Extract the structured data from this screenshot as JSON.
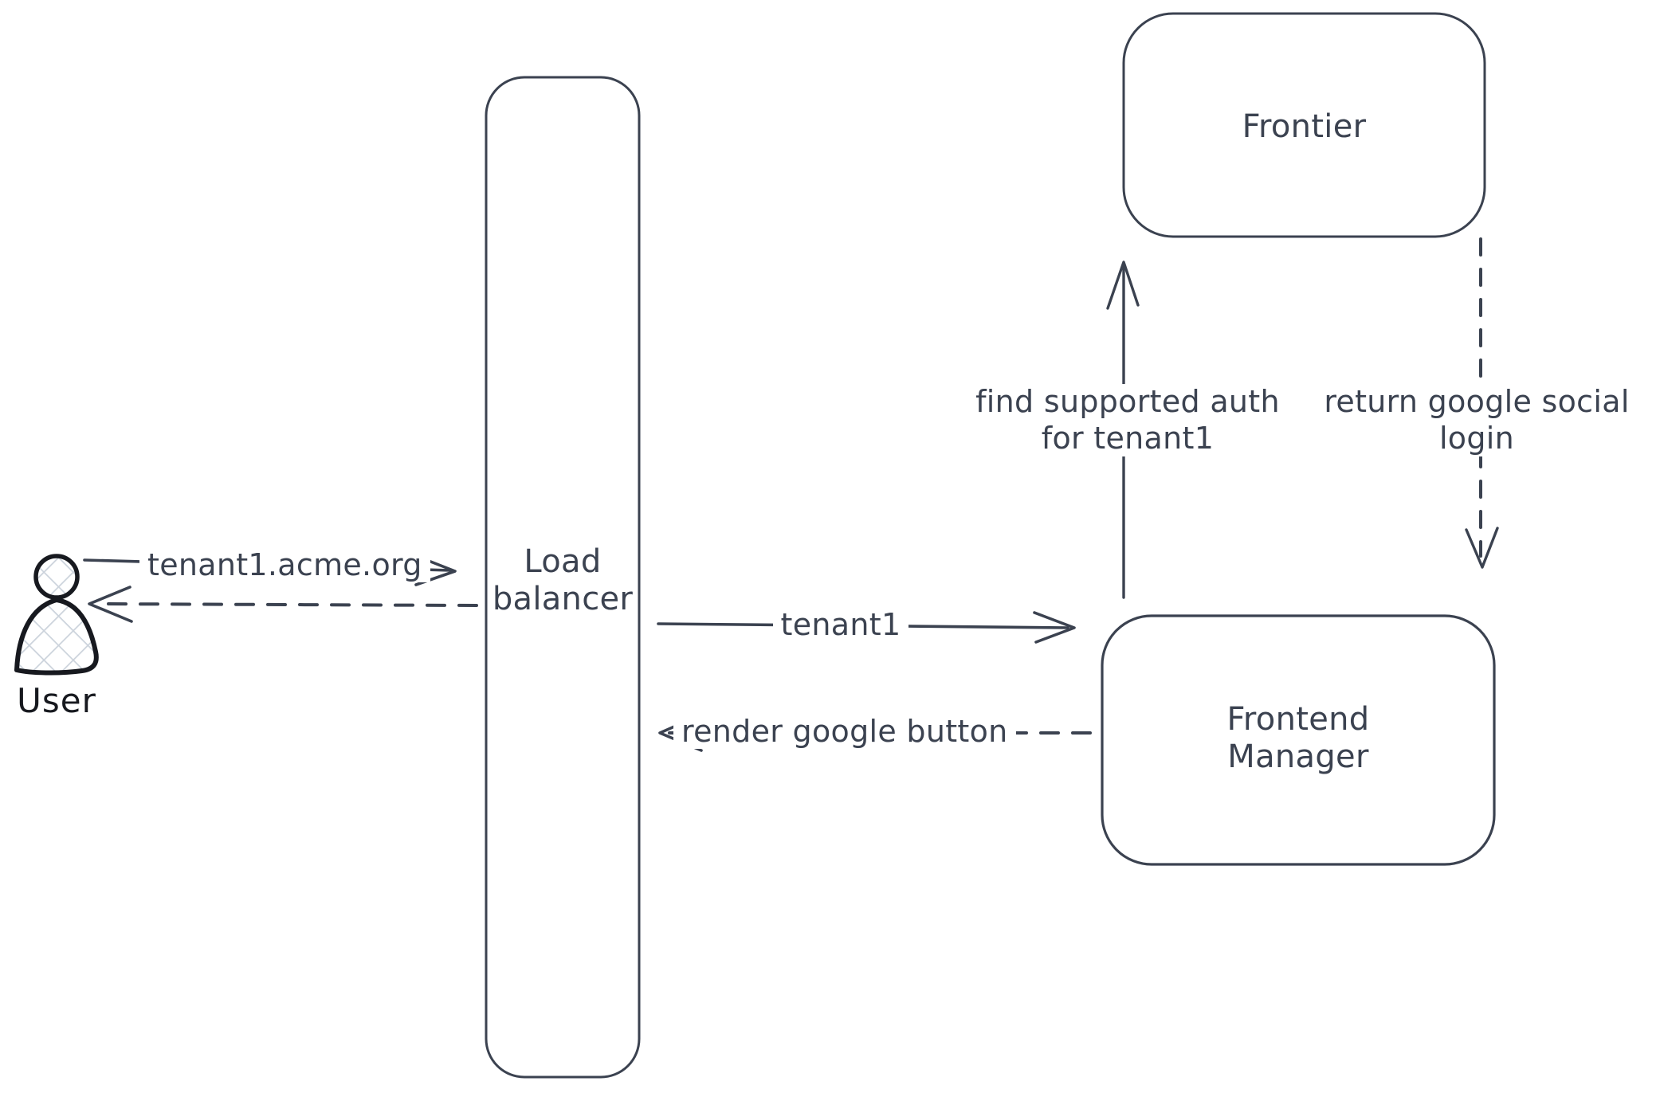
{
  "diagram": {
    "nodes": {
      "user": {
        "label": "User",
        "type": "actor"
      },
      "load_balancer": {
        "label": "Load balancer",
        "type": "box"
      },
      "frontier": {
        "label": "Frontier",
        "type": "box"
      },
      "frontend_manager": {
        "label": "Frontend Manager",
        "type": "box"
      }
    },
    "edges": [
      {
        "from": "User",
        "to": "Load balancer",
        "style": "solid",
        "label": "tenant1.acme.org"
      },
      {
        "from": "Load balancer",
        "to": "User",
        "style": "dashed",
        "label": ""
      },
      {
        "from": "Load balancer",
        "to": "Frontend Manager",
        "style": "solid",
        "label": "tenant1"
      },
      {
        "from": "Frontend Manager",
        "to": "Load balancer",
        "style": "dashed",
        "label": "render google button"
      },
      {
        "from": "Frontend Manager",
        "to": "Frontier",
        "style": "solid",
        "label": "find supported auth for tenant1"
      },
      {
        "from": "Frontier",
        "to": "Frontend Manager",
        "style": "dashed",
        "label": "return google social login"
      }
    ],
    "colors": {
      "stroke": "#3b4250",
      "actor_stroke": "#17191f",
      "hatch_fill": "#ccd3dc",
      "background": "#ffffff"
    }
  }
}
